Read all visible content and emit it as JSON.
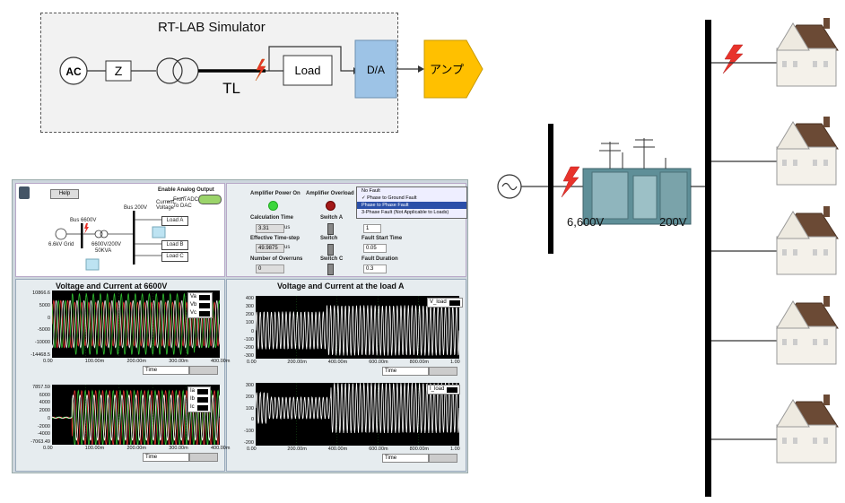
{
  "simulator": {
    "title": "RT-LAB  Simulator",
    "ac_label": "AC",
    "z_label": "Z",
    "tl_label": "TL",
    "load_label": "Load",
    "da_label": "D/A",
    "amp_label": "アンプ",
    "colors": {
      "da": "#9dc3e6",
      "amp": "#ffc000",
      "fault": "#e8332b"
    }
  },
  "grid": {
    "hv_label": "6,600V",
    "lv_label": "200V",
    "house_count": 5
  },
  "panel": {
    "help_button": "Help",
    "enable_analog": "Enable Analog Output",
    "bus_6600": "Bus 6600V",
    "bus_200": "Bus 200V",
    "grid_label": "6.6kV Grid",
    "xfmr_label": "6600V/200V",
    "xfmr_rating": "50KVA",
    "current_label": "Current",
    "voltage_label": "Voltage",
    "from_adc": "From ADC",
    "to_dac": "To DAC",
    "load_a": "Load A",
    "load_b": "Load B",
    "load_c": "Load C",
    "amp_power_on": "Amplifier Power On",
    "amp_overload": "Amplifier Overload",
    "calc_time_label": "Calculation Time",
    "calc_time_value": "3.31",
    "calc_time_unit": "us",
    "eff_step_label": "Effective Time-step",
    "eff_step_value": "49.9875",
    "eff_step_unit": "us",
    "overruns_label": "Number of Overruns",
    "overruns_value": "0",
    "switch_a": "Switch A",
    "switch_b": "Switch",
    "switch_c": "Switch C",
    "fault_start_label": "Fault Start Time",
    "fault_start_value": "0.05",
    "fault_duration_label": "Fault Duration",
    "fault_duration_value": "0.3",
    "fault_type_value": "1",
    "fault_menu": [
      "No Fault",
      "✓ Phase to Ground Fault",
      "Phase to Phase Fault",
      "3-Phase Fault (Not Applicable to Loads)"
    ],
    "fault_menu_selected": 2
  },
  "plots": {
    "left_title": "Voltage and Current at 6600V",
    "right_title": "Voltage and Current at the load A",
    "time_label": "Time",
    "lv_top": {
      "y_ticks": [
        "10866.6",
        "5000",
        "0",
        "-5000",
        "-10000",
        "-14468.5"
      ],
      "legend": [
        "Va",
        "Vb",
        "Vc"
      ]
    },
    "lv_bottom": {
      "y_ticks": [
        "7857.59",
        "6000",
        "4000",
        "2000",
        "0",
        "-2000",
        "-4000",
        "-7063.49"
      ],
      "legend": [
        "Ia",
        "Ib",
        "Ic"
      ]
    },
    "lv_x_ticks": [
      "0.00",
      "100.00m",
      "200.00m",
      "300.00m",
      "400.00m"
    ],
    "load_top": {
      "y_ticks": [
        "400",
        "300",
        "200",
        "100",
        "0",
        "-100",
        "-200",
        "-300"
      ],
      "legend": [
        "V_load"
      ]
    },
    "load_bottom": {
      "y_ticks": [
        "300",
        "200",
        "100",
        "0",
        "-100",
        "-200"
      ],
      "legend": [
        "I_load"
      ]
    },
    "load_x_ticks": [
      "0.00",
      "200.00m",
      "400.00m",
      "600.00m",
      "800.00m",
      "1.00"
    ]
  }
}
